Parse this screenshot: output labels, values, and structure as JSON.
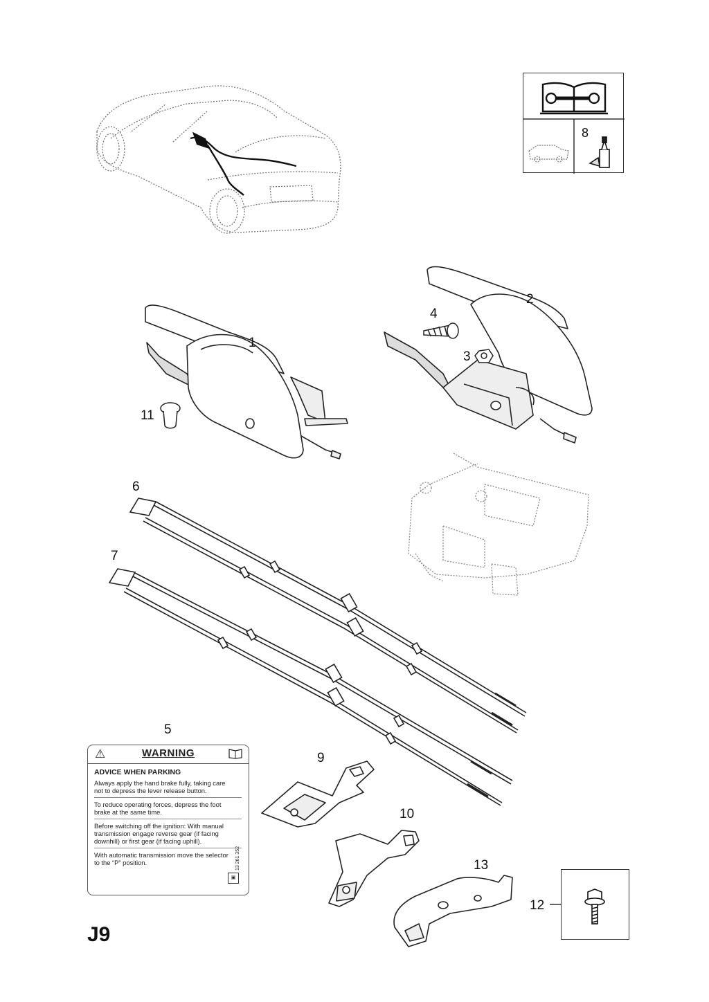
{
  "page_code": "J9",
  "callouts": {
    "c1": "1",
    "c2": "2",
    "c3": "3",
    "c4": "4",
    "c5": "5",
    "c6": "6",
    "c7": "7",
    "c8": "8",
    "c9": "9",
    "c10": "10",
    "c11": "11",
    "c12": "12",
    "c13": "13"
  },
  "warning_label": {
    "title": "WARNING",
    "heading": "ADVICE WHEN PARKING",
    "para1": "Always apply the hand brake fully, taking care not to depress the lever release button.",
    "para2": "To reduce operating forces, depress the foot brake at the same time.",
    "para3": "Before switching off the ignition: With manual transmission engage reverse gear (if facing downhill) or first gear (if facing uphill).",
    "para4": "With automatic transmission move the selector to the “P” position.",
    "code": "13 261 352"
  },
  "icons": {
    "manual": "book-wrench-icon",
    "vehicle": "vehicle-silhouette-icon",
    "adhesive": "adhesive-tube-icon",
    "warning": "warning-triangle-icon"
  }
}
